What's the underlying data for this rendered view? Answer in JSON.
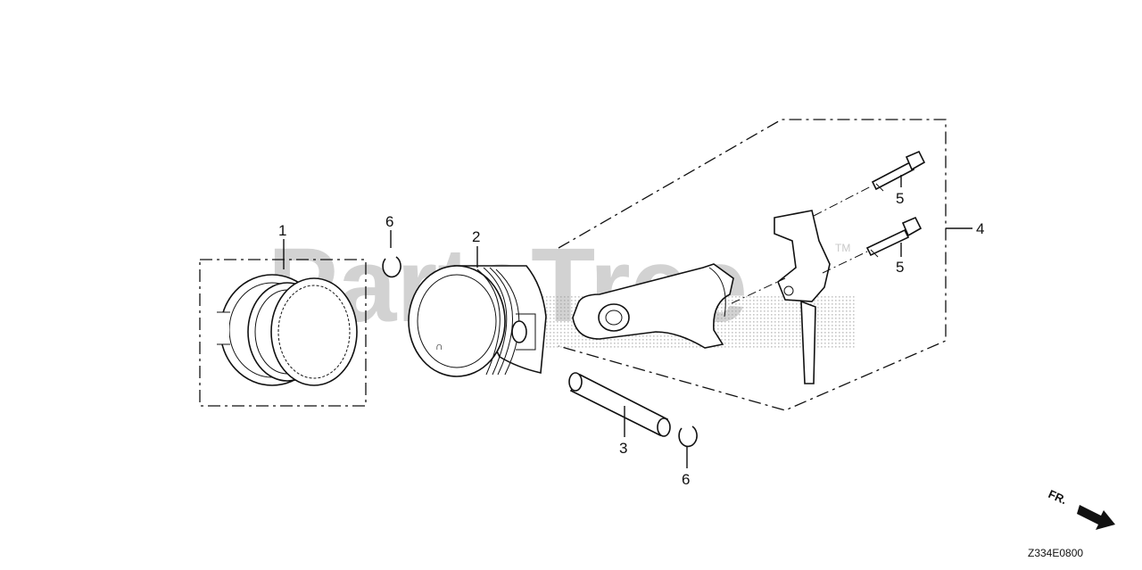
{
  "watermark": {
    "text": "PartsTree",
    "trademark": "TM"
  },
  "callouts": [
    {
      "id": "1",
      "label": "1"
    },
    {
      "id": "2",
      "label": "2"
    },
    {
      "id": "3",
      "label": "3"
    },
    {
      "id": "4",
      "label": "4"
    },
    {
      "id": "5a",
      "label": "5"
    },
    {
      "id": "5b",
      "label": "5"
    },
    {
      "id": "6a",
      "label": "6"
    },
    {
      "id": "6b",
      "label": "6"
    }
  ],
  "direction_marker": {
    "label": "FR."
  },
  "diagram_code": "Z334E0800"
}
